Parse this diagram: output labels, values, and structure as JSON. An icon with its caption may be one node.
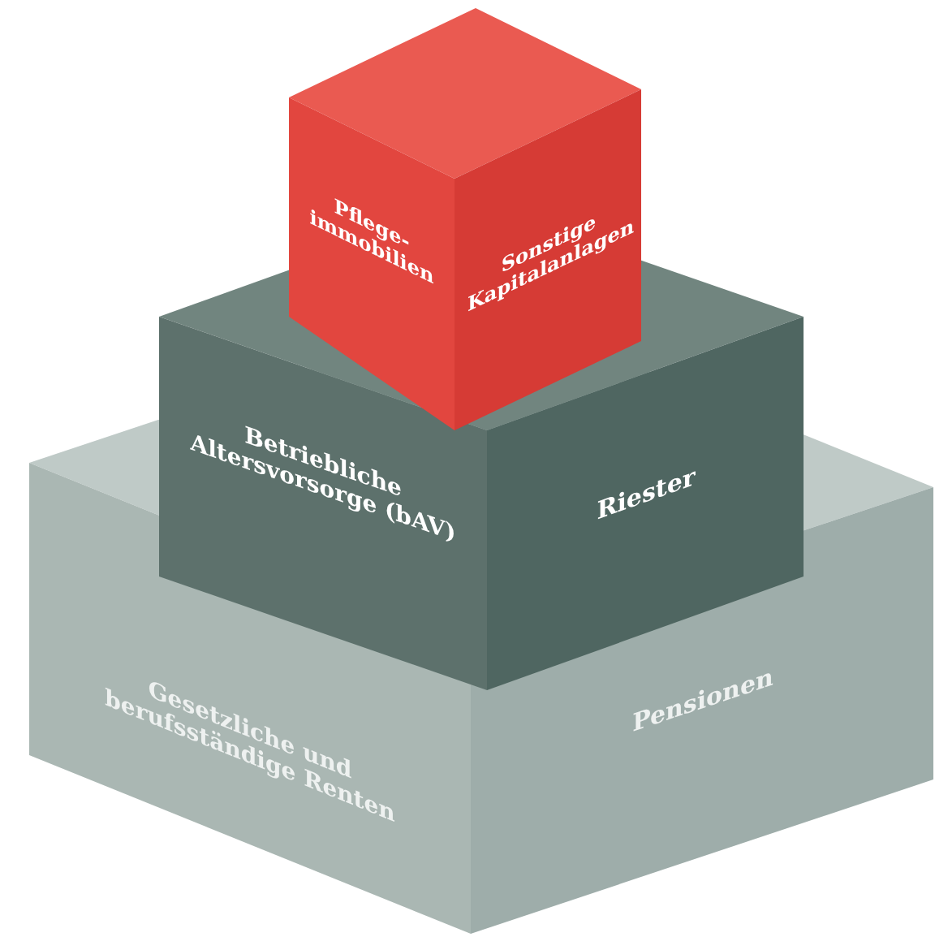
{
  "diagram": {
    "nodes": [
      {
        "text": [
          "Pflege- immobilien"
        ]
      },
      {
        "text": [
          "Sonstige Kapitalanlagen"
        ]
      },
      {
        "text": [
          "Betriebliche Altersvorsorge (bAV)"
        ]
      },
      {
        "text": [
          "Riester"
        ]
      },
      {
        "text": [
          "Gesetzliche und berufsständige Renten"
        ]
      },
      {
        "text": [
          "Pensionen"
        ]
      }
    ],
    "edges": []
  }
}
